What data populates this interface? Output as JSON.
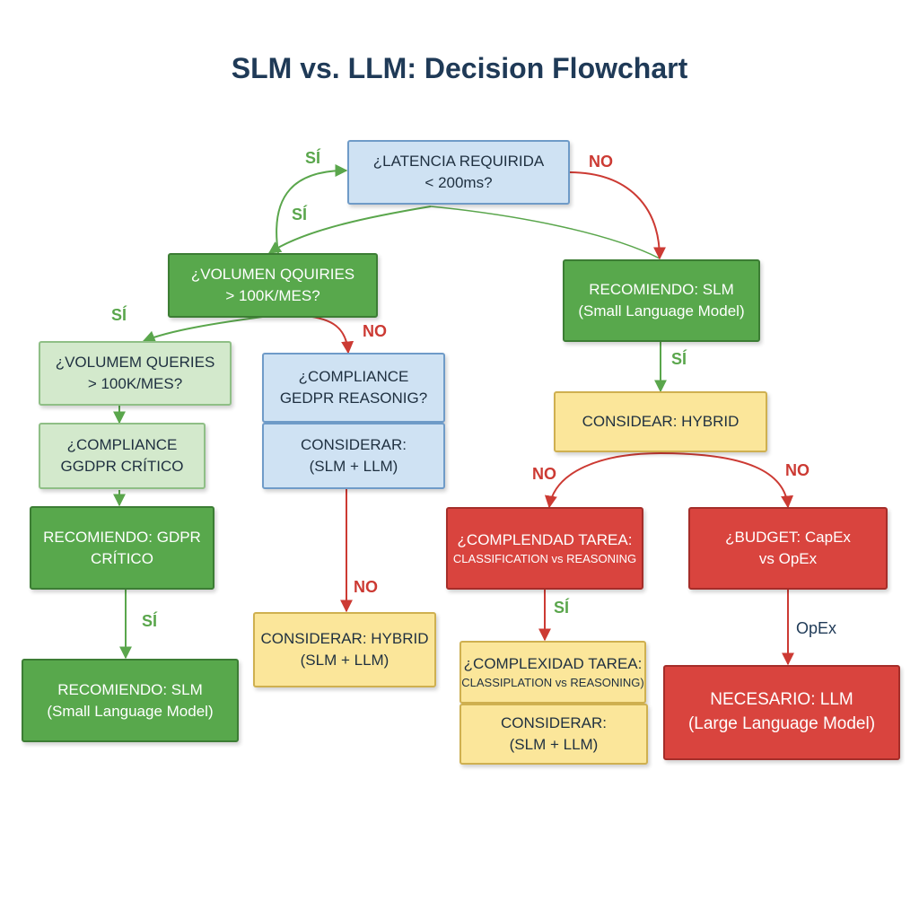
{
  "title": "SLM vs. LLM: Decision Flowchart",
  "colors": {
    "blue_box": "#cfe2f3",
    "green_box": "#58a84c",
    "light_green_box": "#d3e9cc",
    "yellow_box": "#fbe69a",
    "red_box": "#d9443e",
    "yes_arrow": "#5aa64c",
    "no_arrow": "#cc3a33"
  },
  "nodes": {
    "latencia": {
      "line1": "¿LATENCIA REQUIRIDA",
      "line2": "< 200ms?"
    },
    "volumen_qquiries": {
      "line1": "¿VOLUMEN QQUIRIES",
      "line2": "> 100K/MES?"
    },
    "recomiendo_slm_right": {
      "line1": "RECOMIENDO: SLM",
      "line2": "(Small Language Model)"
    },
    "volumem_queries": {
      "line1": "¿VOLUMEM QUERIES",
      "line2": "> 100K/MES?"
    },
    "compliance_reasonig": {
      "line1": "¿COMPLIANCE",
      "line2": "GEDPR REASONIG?"
    },
    "considerar_slm_llm_mid": {
      "line1": "CONSIDERAR:",
      "line2": "(SLM + LLM)"
    },
    "consider_hybrid": {
      "line1": "CONSIDEAR: HYBRID"
    },
    "compliance_critico": {
      "line1": "¿COMPLIANCE",
      "line2": "GGDPR CRÍTICO"
    },
    "recomiendo_gdpr": {
      "line1": "RECOMIENDO: GDPR",
      "line2": "CRÍTICO"
    },
    "complendad": {
      "line1": "¿COMPLENDAD TAREA:",
      "line2": "CLASSIFICATION vs REASONING"
    },
    "budget": {
      "line1": "¿BUDGET: CapEx",
      "line2": "vs OpEx"
    },
    "considerar_hybrid_mid": {
      "line1": "CONSIDERAR: HYBRID",
      "line2": "(SLM + LLM)"
    },
    "recomiendo_slm_left": {
      "line1": "RECOMIENDO: SLM",
      "line2": "(Small Language Model)"
    },
    "complexidad": {
      "line1": "¿COMPLEXIDAD TAREA:",
      "line2": "CLASSIPLATION vs REASONING)"
    },
    "considerar_slm_llm_bottom": {
      "line1": "CONSIDERAR:",
      "line2": "(SLM + LLM)"
    },
    "necesario_llm": {
      "line1": "NECESARIO: LLM",
      "line2": "(Large Language Model)"
    }
  },
  "edge_labels": {
    "si_top_left": "SÍ",
    "si_latency_to_volume": "SÍ",
    "no_latency_to_slm": "NO",
    "si_volume_to_volumem": "SÍ",
    "no_volume_to_compliance": "NO",
    "si_slm_to_hybrid": "SÍ",
    "no_hybrid_to_complendad": "NO",
    "no_hybrid_to_budget": "NO",
    "si_gdpr_to_slm": "SÍ",
    "no_considerar_to_hybrid": "NO",
    "si_complendad_to_complexidad": "SÍ",
    "opex_budget_to_llm": "OpEx"
  }
}
